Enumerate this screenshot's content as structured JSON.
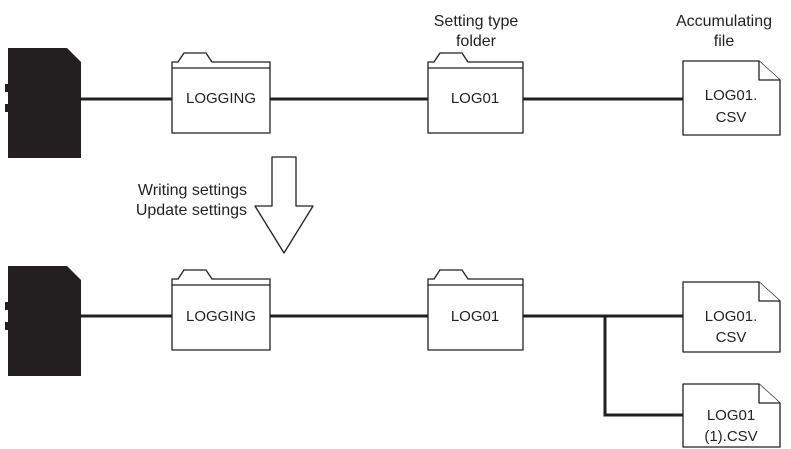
{
  "top": {
    "folder1_label": "LOGGING",
    "folder2_label": "LOG01",
    "file_line1": "LOG01.",
    "file_line2": "CSV",
    "caption_folder_line1": "Setting type",
    "caption_folder_line2": "folder",
    "caption_file_line1": "Accumulating",
    "caption_file_line2": "file"
  },
  "transition": {
    "line1": "Writing settings",
    "line2": "Update settings"
  },
  "bottom": {
    "folder1_label": "LOGGING",
    "folder2_label": "LOG01",
    "file1_line1": "LOG01.",
    "file1_line2": "CSV",
    "file2_line1": "LOG01",
    "file2_line2": "(1).CSV"
  },
  "colors": {
    "ink": "#231f20",
    "card": "#231f20",
    "paper": "#ffffff"
  },
  "icons": [
    "sd-card-icon",
    "folder-icon",
    "file-icon",
    "down-arrow-icon"
  ]
}
